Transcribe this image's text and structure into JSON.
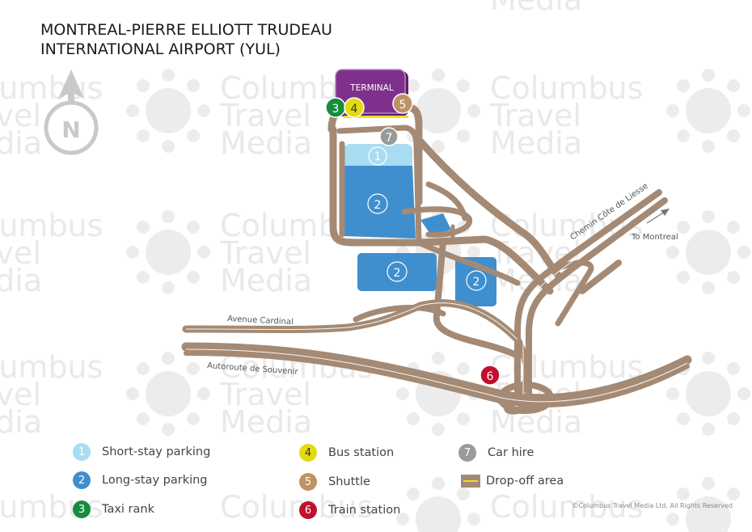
{
  "title": {
    "line1": "MONTREAL-PIERRE ELLIOTT TRUDEAU",
    "line2": "INTERNATIONAL AIRPORT (YUL)"
  },
  "watermark": {
    "line1": "Columbus",
    "line2": "Travel",
    "line3": "Media"
  },
  "compass": {
    "label": "N"
  },
  "terminal": {
    "label": "TERMINAL"
  },
  "roads": {
    "avenue_cardinal": "Avenue Cardinal",
    "autoroute": "Autoroute de Souvenir",
    "chemin": "Chemin Côte de Liesse",
    "to_montreal": "To Montreal"
  },
  "markers": {
    "short_stay": "1",
    "long_stay": "2",
    "taxi": "3",
    "bus": "4",
    "shuttle": "5",
    "train": "6",
    "car_hire": "7"
  },
  "legend": [
    {
      "num": "1",
      "label": "Short-stay parking",
      "color": "#a8dcf3",
      "text": "light"
    },
    {
      "num": "2",
      "label": "Long-stay parking",
      "color": "#3f8fcf",
      "text": "light"
    },
    {
      "num": "3",
      "label": "Taxi rank",
      "color": "#168c3c",
      "text": "light"
    },
    {
      "num": "4",
      "label": "Bus station",
      "color": "#e3da12",
      "text": "dark"
    },
    {
      "num": "5",
      "label": "Shuttle",
      "color": "#bf9266",
      "text": "light"
    },
    {
      "num": "6",
      "label": "Train station",
      "color": "#c0102e",
      "text": "light"
    },
    {
      "num": "7",
      "label": "Car hire",
      "color": "#9a9a9a",
      "text": "light"
    }
  ],
  "legend_dropoff": "Drop-off area",
  "copyright": "©Columbus Travel Media Ltd. All Rights Reserved",
  "colors": {
    "road": "#a48a74",
    "road_line": "#ffffff",
    "parking_short": "#a8dcf3",
    "parking_long": "#3f8fcf",
    "terminal": "#7f2f8c",
    "watermark": "#e9e9e9"
  }
}
